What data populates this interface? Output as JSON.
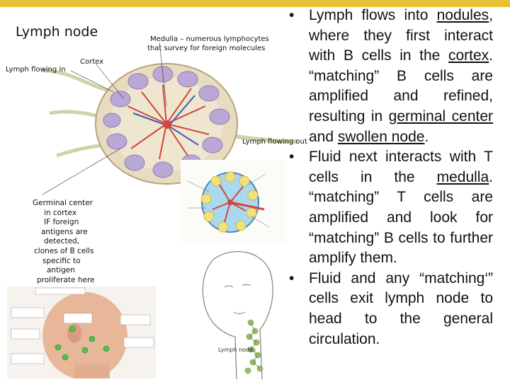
{
  "slide": {
    "accent_color": "#e9c233",
    "node_figure": {
      "title": "Lymph node",
      "medulla_label_line1": "Medulla – numerous lymphocytes",
      "medulla_label_line2": "that survey for foreign molecules",
      "cortex_label": "Cortex",
      "lymph_in_label": "Lymph flowing in",
      "lymph_out_label": "Lymph flowing out",
      "germinal_lines": [
        "Germinal center",
        "in cortex",
        "IF foreign",
        "antigens are",
        "detected,",
        "clones of B cells",
        "specific to",
        "antigen",
        "proliferate here"
      ]
    },
    "bullets": [
      {
        "parts": [
          {
            "text": "Lymph flows into ",
            "underline": false
          },
          {
            "text": "nodules",
            "underline": true
          },
          {
            "text": ", where they first interact with B cells in the ",
            "underline": false
          },
          {
            "text": "cortex",
            "underline": true
          },
          {
            "text": ". “matching” B cells are amplified and refined, resulting in ",
            "underline": false
          },
          {
            "text": "germinal center",
            "underline": true
          },
          {
            "text": " and ",
            "underline": false
          },
          {
            "text": "swollen node",
            "underline": true
          },
          {
            "text": ".",
            "underline": false
          }
        ]
      },
      {
        "parts": [
          {
            "text": "Fluid next interacts with T cells in the ",
            "underline": false
          },
          {
            "text": "medulla",
            "underline": true
          },
          {
            "text": ". “matching” T cells are amplified and look for “matching” B cells to further amplify them.",
            "underline": false
          }
        ]
      },
      {
        "parts": [
          {
            "text": "Fluid and any “matching‘” cells exit lymph node to head to the general circulation.",
            "underline": false
          }
        ]
      }
    ],
    "head_labels": {
      "lymph_nodes": "Lymph nodes"
    }
  }
}
